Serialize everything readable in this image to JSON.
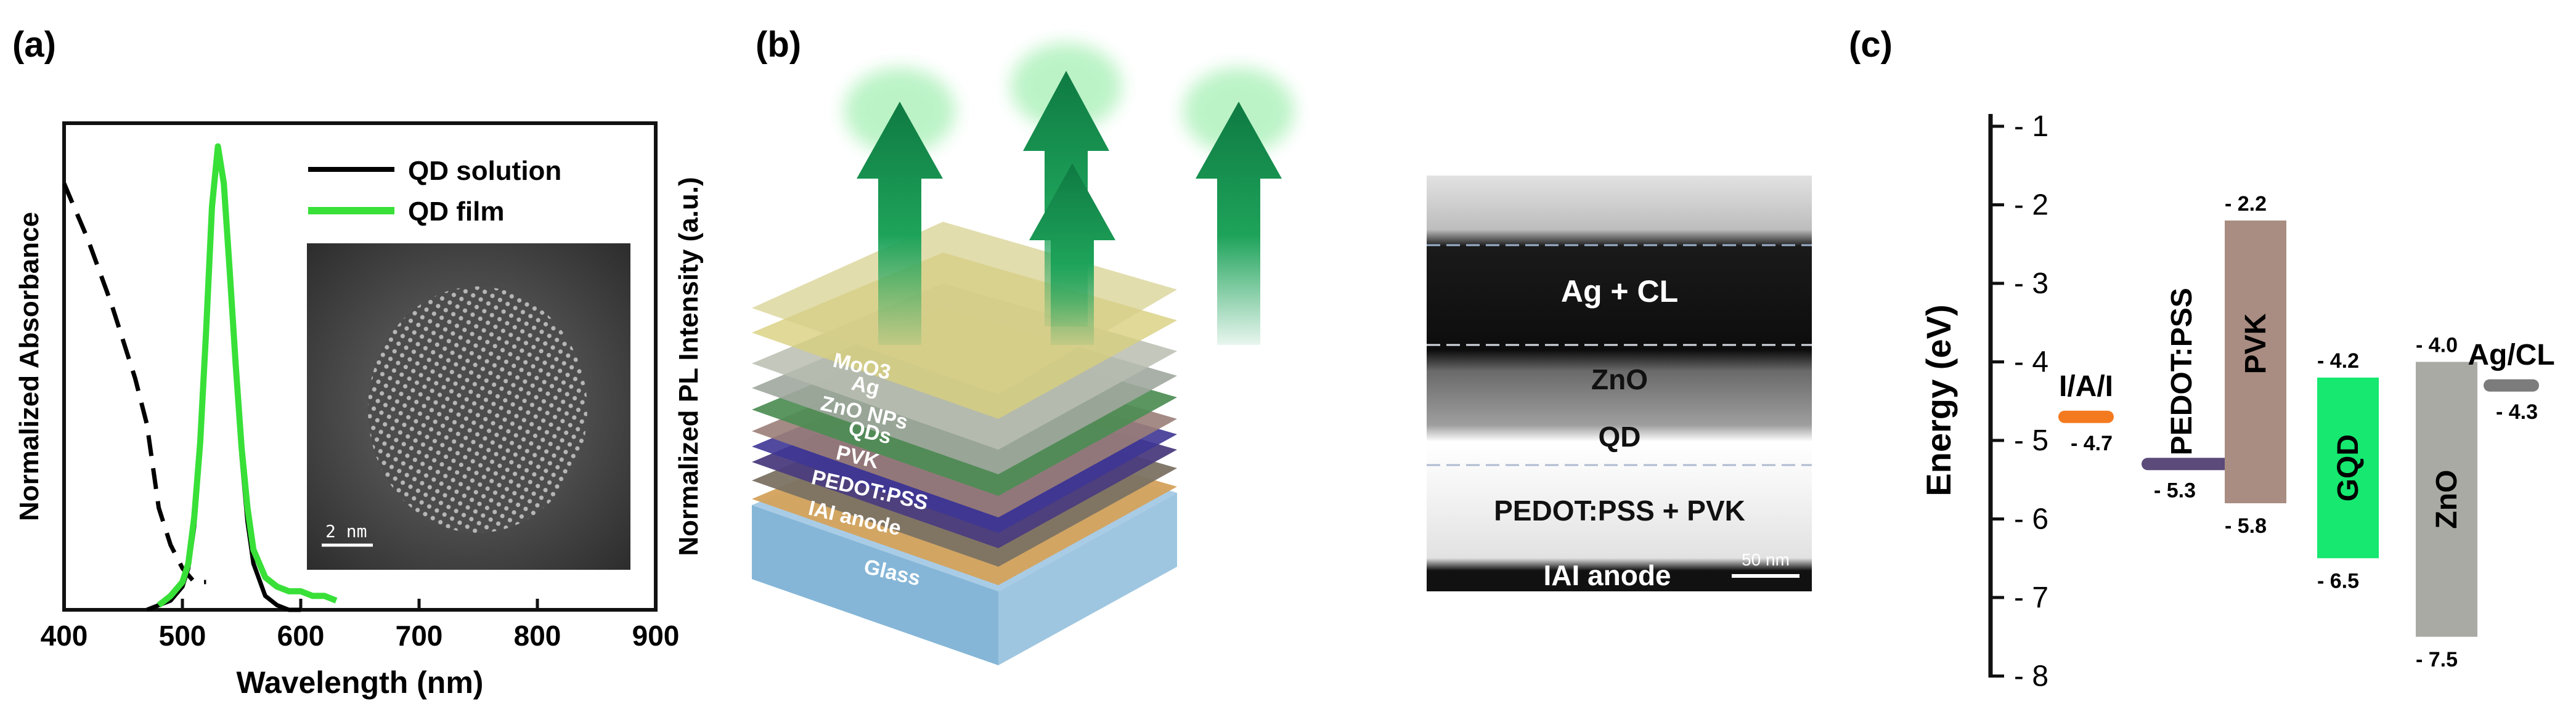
{
  "panel_a": {
    "label": "(a)",
    "xlabel": "Wavelength (nm)",
    "ylabel_left": "Normalized Absorbance",
    "ylabel_right": "Normalized PL Intensity (a.u.)",
    "xticks": [
      "400",
      "500",
      "600",
      "700",
      "800",
      "900"
    ],
    "legend": [
      "QD solution",
      "QD film"
    ],
    "inset_scalebar": "2 nm"
  },
  "panel_b": {
    "label": "(b)",
    "layers": [
      "MoO3",
      "Ag",
      "ZnO NPs",
      "QDs",
      "PVK",
      "PEDOT:PSS",
      "IAI anode",
      "Glass"
    ],
    "tem_labels": [
      "Ag + CL",
      "ZnO",
      "QD",
      "PEDOT:PSS + PVK",
      "IAI anode"
    ],
    "tem_scalebar": "50 nm"
  },
  "panel_c": {
    "label": "(c)",
    "ylabel": "Energy (eV)",
    "yticks": [
      "- 1",
      "- 2",
      "- 3",
      "- 4",
      "- 5",
      "- 6",
      "- 7",
      "- 8"
    ],
    "levels": [
      {
        "name": "I/A/I",
        "label_value": "- 4.7"
      },
      {
        "name": "PEDOT:PSS",
        "label_value": "- 5.3"
      },
      {
        "name": "PVK",
        "top_label": "- 2.2",
        "bottom_label": "- 5.8"
      },
      {
        "name": "GQD",
        "top_label": "- 4.2",
        "bottom_label": "- 6.5"
      },
      {
        "name": "ZnO",
        "top_label": "- 4.0",
        "bottom_label": "- 7.5"
      },
      {
        "name": "Ag/CL",
        "label_value": "- 4.3"
      }
    ]
  },
  "chart_data": [
    {
      "type": "line",
      "title": "",
      "xlabel": "Wavelength (nm)",
      "ylabel": "Normalized Absorbance",
      "xlim": [
        400,
        900
      ],
      "ylim": [
        0,
        1.05
      ],
      "series": [
        {
          "name": "",
          "style": "dashed",
          "color": "#000000",
          "x": [
            400,
            420,
            440,
            460,
            470,
            480,
            490,
            500,
            510,
            520
          ],
          "y": [
            0.92,
            0.8,
            0.66,
            0.5,
            0.4,
            0.22,
            0.14,
            0.09,
            0.06,
            0.06
          ]
        },
        {
          "name": "QD solution",
          "color": "#000000",
          "x": [
            470,
            480,
            490,
            500,
            505,
            510,
            515,
            520,
            525,
            530,
            535,
            540,
            545,
            550,
            555,
            560,
            570,
            580,
            590,
            600
          ],
          "y": [
            0.0,
            0.01,
            0.02,
            0.05,
            0.09,
            0.18,
            0.34,
            0.58,
            0.85,
            1.0,
            0.93,
            0.74,
            0.52,
            0.33,
            0.19,
            0.1,
            0.03,
            0.01,
            0.0,
            0.0
          ]
        },
        {
          "name": "QD film",
          "color": "#38e038",
          "x": [
            480,
            490,
            500,
            505,
            510,
            515,
            520,
            525,
            530,
            535,
            540,
            545,
            550,
            555,
            560,
            570,
            580,
            590,
            600,
            610,
            620,
            630
          ],
          "y": [
            0.01,
            0.03,
            0.06,
            0.1,
            0.2,
            0.36,
            0.6,
            0.87,
            1.0,
            0.92,
            0.73,
            0.53,
            0.35,
            0.22,
            0.13,
            0.07,
            0.05,
            0.04,
            0.04,
            0.03,
            0.03,
            0.02
          ]
        }
      ]
    },
    {
      "type": "bar",
      "title": "",
      "ylabel": "Energy (eV)",
      "ylim": [
        -8,
        -1
      ],
      "categories": [
        "I/A/I",
        "PEDOT:PSS",
        "PVK",
        "GQD",
        "ZnO",
        "Ag/CL"
      ],
      "values_top": [
        -4.7,
        -5.3,
        -2.2,
        -4.2,
        -4.0,
        -4.3
      ],
      "values_bottom": [
        -4.7,
        -5.3,
        -5.8,
        -6.5,
        -7.5,
        -4.3
      ],
      "colors": [
        "#f47a20",
        "#5b4a7a",
        "#a98d82",
        "#16e870",
        "#a8aaa3",
        "#7c7c7c"
      ]
    }
  ]
}
